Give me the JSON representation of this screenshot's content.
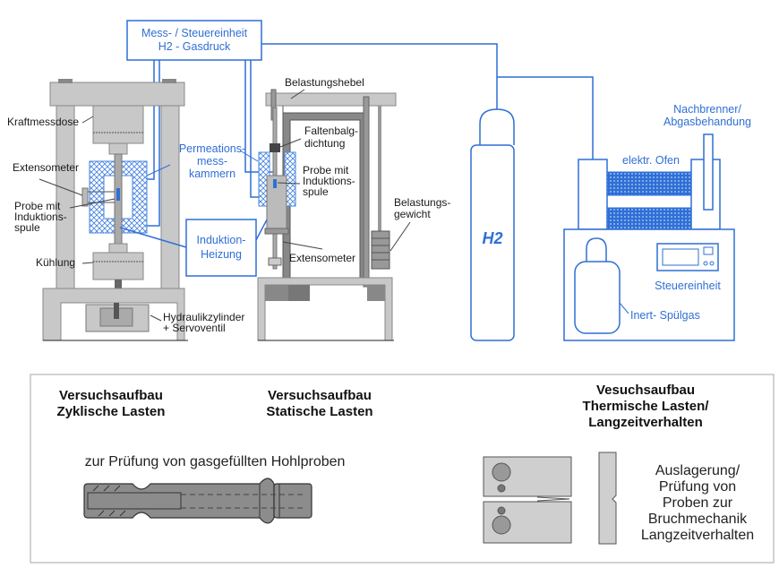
{
  "top": {
    "control_unit": {
      "line1": "Mess- / Steuereinheit",
      "line2": "H2 - Gasdruck"
    },
    "cyclic_rig": {
      "load_cell": "Kraftmessdose",
      "extensometer": "Extensometer",
      "specimen": [
        "Probe mit",
        "Induktions-",
        "spule"
      ],
      "cooling": "Kühlung",
      "hydraulics": [
        "Hydraulikzylinder",
        "+ Servoventil"
      ]
    },
    "permeation": [
      "Permeations-",
      "mess-",
      "kammern"
    ],
    "induction": [
      "Induktion-",
      "Heizung"
    ],
    "static_rig": {
      "lever": "Belastungshebel",
      "bellows": [
        "Faltenbalg-",
        "dichtung"
      ],
      "specimen": [
        "Probe mit",
        "Induktions-",
        "spule"
      ],
      "weight": [
        "Belastungs-",
        "gewicht"
      ],
      "extensometer": "Extensometer"
    },
    "h2_bottle": "H2",
    "thermal_rig": {
      "afterburner": [
        "Nachbrenner/",
        "Abgasbehandung"
      ],
      "furnace": "elektr. Ofen",
      "control": "Steuereinheit",
      "purge_gas": "Inert- Spülgas"
    }
  },
  "bottom": {
    "cyclic_title": [
      "Versuchsaufbau",
      "Zyklische Lasten"
    ],
    "static_title": [
      "Versuchsaufbau",
      "Statische Lasten"
    ],
    "thermal_title": [
      "Vesuchsaufbau",
      "Thermische Lasten/",
      "Langzeitverhalten"
    ],
    "hollow_caption": "zur Prüfung von gasgefüllten Hohlproben",
    "fracture_caption": [
      "Auslagerung/",
      "Prüfung von",
      "Proben zur",
      "Bruchmechanik",
      "Langzeitverhalten"
    ]
  },
  "colors": {
    "blue": "#2f6fd6",
    "gray": "#c8c8c8",
    "dark_gray": "#6b6b6b"
  }
}
